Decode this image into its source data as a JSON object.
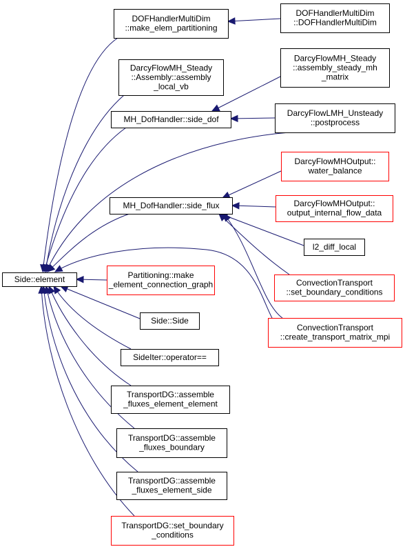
{
  "colors": {
    "edge": "#191970",
    "node_border_default": "#000000",
    "node_border_undocumented": "#ff0000",
    "root_fill": "#bfbfbf",
    "node_fill": "#ffffff"
  },
  "nodes": [
    {
      "id": "side_element",
      "lines": [
        "Side::element"
      ],
      "style": "root"
    },
    {
      "id": "dof_make_elem",
      "lines": [
        "DOFHandlerMultiDim",
        "::make_elem_partitioning"
      ],
      "style": "default"
    },
    {
      "id": "dof_ctor",
      "lines": [
        "DOFHandlerMultiDim",
        "::DOFHandlerMultiDim"
      ],
      "style": "default"
    },
    {
      "id": "darcy_assembly",
      "lines": [
        "DarcyFlowMH_Steady",
        "::Assembly::assembly",
        "_local_vb"
      ],
      "style": "default"
    },
    {
      "id": "darcy_steady_mh",
      "lines": [
        "DarcyFlowMH_Steady",
        "::assembly_steady_mh",
        "_matrix"
      ],
      "style": "default"
    },
    {
      "id": "mh_side_dof",
      "lines": [
        "MH_DofHandler::side_dof"
      ],
      "style": "default"
    },
    {
      "id": "darcy_lmh_post",
      "lines": [
        "DarcyFlowLMH_Unsteady",
        "::postprocess"
      ],
      "style": "default"
    },
    {
      "id": "darcy_out_water",
      "lines": [
        "DarcyFlowMHOutput::",
        "water_balance"
      ],
      "style": "undocumented"
    },
    {
      "id": "mh_side_flux",
      "lines": [
        "MH_DofHandler::side_flux"
      ],
      "style": "default"
    },
    {
      "id": "darcy_out_internal",
      "lines": [
        "DarcyFlowMHOutput::",
        "output_internal_flow_data"
      ],
      "style": "undocumented"
    },
    {
      "id": "l2_diff",
      "lines": [
        "l2_diff_local"
      ],
      "style": "default"
    },
    {
      "id": "partition_make",
      "lines": [
        "Partitioning::make",
        "_element_connection_graph"
      ],
      "style": "undocumented"
    },
    {
      "id": "conv_set_bc",
      "lines": [
        "ConvectionTransport",
        "::set_boundary_conditions"
      ],
      "style": "undocumented"
    },
    {
      "id": "side_side",
      "lines": [
        "Side::Side"
      ],
      "style": "default"
    },
    {
      "id": "conv_create",
      "lines": [
        "ConvectionTransport",
        "::create_transport_matrix_mpi"
      ],
      "style": "undocumented"
    },
    {
      "id": "sideiter_op",
      "lines": [
        "SideIter::operator=="
      ],
      "style": "default"
    },
    {
      "id": "tdg_elem_elem",
      "lines": [
        "TransportDG::assemble",
        "_fluxes_element_element"
      ],
      "style": "default"
    },
    {
      "id": "tdg_boundary",
      "lines": [
        "TransportDG::assemble",
        "_fluxes_boundary"
      ],
      "style": "default"
    },
    {
      "id": "tdg_elem_side",
      "lines": [
        "TransportDG::assemble",
        "_fluxes_element_side"
      ],
      "style": "default"
    },
    {
      "id": "tdg_set_bc",
      "lines": [
        "TransportDG::set_boundary",
        "_conditions"
      ],
      "style": "undocumented"
    }
  ],
  "edges": [
    {
      "from": "dof_ctor",
      "to": "dof_make_elem"
    },
    {
      "from": "dof_make_elem",
      "to": "side_element"
    },
    {
      "from": "darcy_steady_mh",
      "to": "mh_side_dof"
    },
    {
      "from": "darcy_lmh_post",
      "to": "mh_side_dof"
    },
    {
      "from": "mh_side_dof",
      "to": "side_element"
    },
    {
      "from": "darcy_lmh_post",
      "to": "side_element"
    },
    {
      "from": "darcy_out_water",
      "to": "mh_side_flux"
    },
    {
      "from": "darcy_out_internal",
      "to": "mh_side_flux"
    },
    {
      "from": "l2_diff",
      "to": "mh_side_flux"
    },
    {
      "from": "conv_set_bc",
      "to": "mh_side_flux"
    },
    {
      "from": "conv_create",
      "to": "mh_side_flux"
    },
    {
      "from": "mh_side_flux",
      "to": "side_element"
    },
    {
      "from": "conv_create",
      "to": "side_element"
    },
    {
      "from": "partition_make",
      "to": "side_element"
    },
    {
      "from": "side_side",
      "to": "side_element"
    },
    {
      "from": "sideiter_op",
      "to": "side_element"
    },
    {
      "from": "tdg_elem_elem",
      "to": "side_element"
    },
    {
      "from": "tdg_boundary",
      "to": "side_element"
    },
    {
      "from": "tdg_elem_side",
      "to": "side_element"
    },
    {
      "from": "tdg_set_bc",
      "to": "side_element"
    },
    {
      "from": "darcy_assembly",
      "to": "side_element"
    }
  ]
}
